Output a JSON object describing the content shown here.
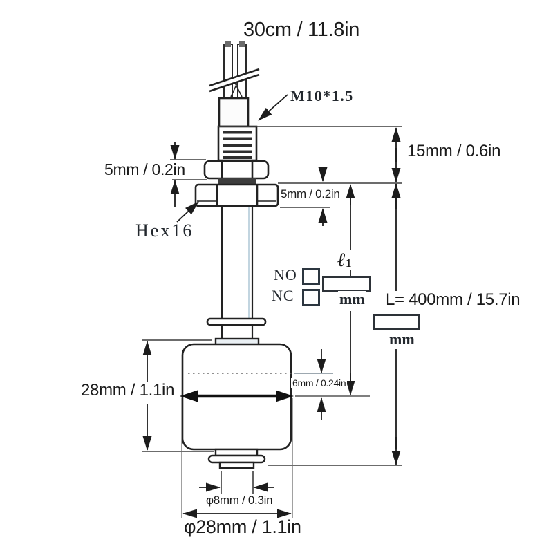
{
  "diagram": {
    "dimensions": {
      "cable_length": "30cm / 11.8in",
      "thread_spec": "M10*1.5",
      "upper_nut_height": "5mm / 0.2in",
      "hex_size": "Hex16",
      "lower_nut_height": "5mm / 0.2in",
      "thread_length": "15mm / 0.6in",
      "switch_differential": "6mm / 0.24in",
      "float_height": "28mm / 1.1in",
      "total_length": "L= 400mm / 15.7in",
      "stem_diameter": "φ8mm / 0.3in",
      "float_diameter": "φ28mm / 1.1in"
    },
    "options": {
      "no_label": "NO",
      "nc_label": "NC",
      "l1_symbol": "ℓ",
      "l1_subscript": "1",
      "l1_unit": "mm",
      "length_unit": "mm"
    },
    "colors": {
      "line": "#1f1f1f",
      "accent_tint": "#a9c3d2"
    }
  }
}
